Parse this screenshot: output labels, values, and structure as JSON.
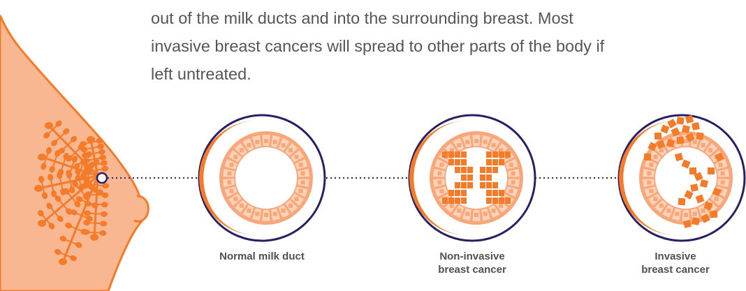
{
  "intro": {
    "lines": [
      "out of the milk ducts and into the surrounding breast. Most",
      "invasive breast cancers will spread to other parts of the body if",
      "left untreated."
    ]
  },
  "ducts": [
    {
      "id": "normal",
      "caption_lines": [
        "Normal milk duct"
      ]
    },
    {
      "id": "non-invasive",
      "caption_lines": [
        "Non-invasive",
        "breast cancer"
      ]
    },
    {
      "id": "invasive",
      "caption_lines": [
        "Invasive",
        "breast cancer"
      ]
    }
  ],
  "colors": {
    "skin": "#f9b791",
    "orange": "#f37b29",
    "tile_light": "#fcd2b9",
    "ring_fill": "#f7a77a",
    "navy": "#2a1f63",
    "text": "#555555",
    "caption": "#505050"
  }
}
